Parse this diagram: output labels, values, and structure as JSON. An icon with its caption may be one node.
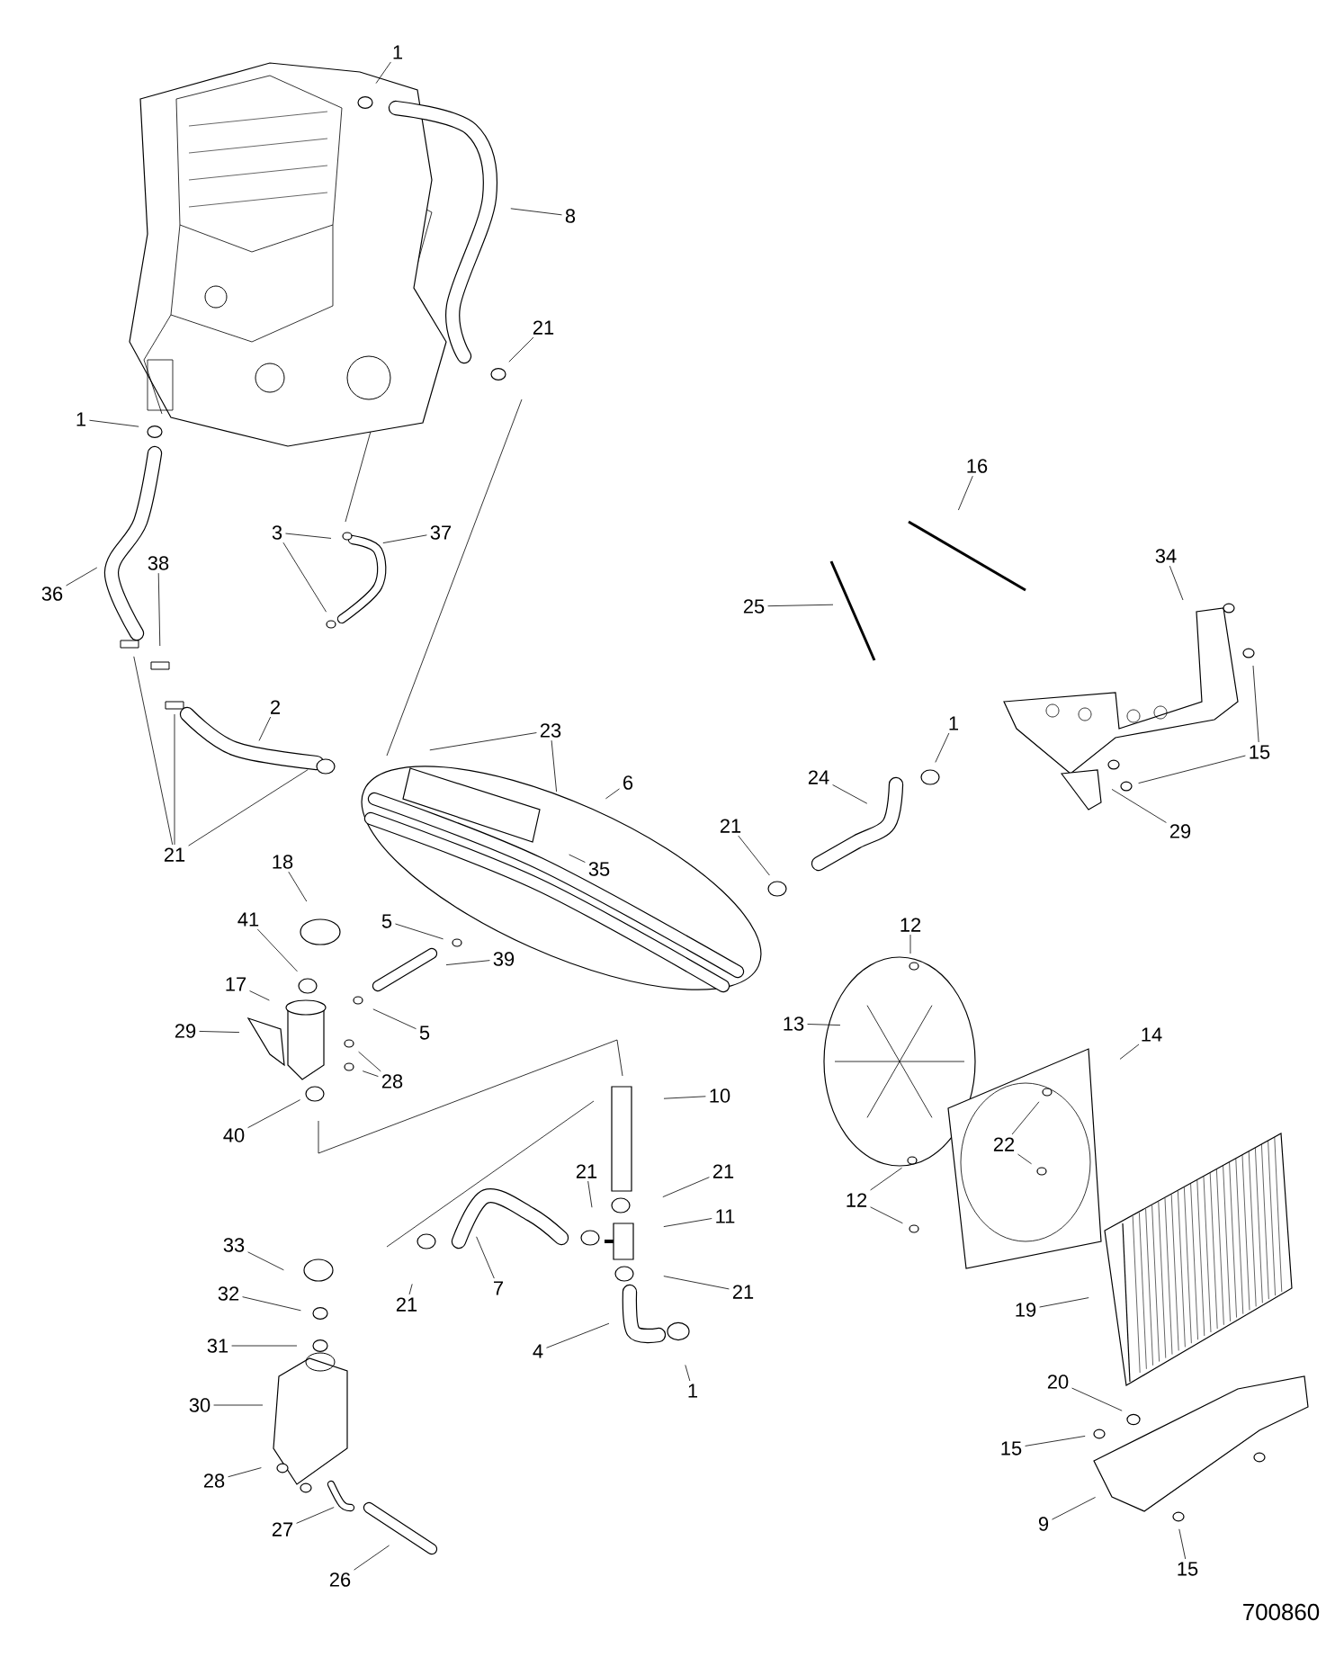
{
  "diagram": {
    "nodes": [
      {
        "text": [
          "1"
        ]
      },
      {
        "text": [
          "8"
        ]
      },
      {
        "text": [
          "21"
        ]
      },
      {
        "text": [
          "1"
        ]
      },
      {
        "text": [
          "3"
        ]
      },
      {
        "text": [
          "37"
        ]
      },
      {
        "text": [
          "38"
        ]
      },
      {
        "text": [
          "36"
        ]
      },
      {
        "text": [
          "2"
        ]
      },
      {
        "text": [
          "23"
        ]
      },
      {
        "text": [
          "6"
        ]
      },
      {
        "text": [
          "21"
        ]
      },
      {
        "text": [
          "35"
        ]
      },
      {
        "text": [
          "18"
        ]
      },
      {
        "text": [
          "41"
        ]
      },
      {
        "text": [
          "5"
        ]
      },
      {
        "text": [
          "39"
        ]
      },
      {
        "text": [
          "17"
        ]
      },
      {
        "text": [
          "29"
        ]
      },
      {
        "text": [
          "5"
        ]
      },
      {
        "text": [
          "28"
        ]
      },
      {
        "text": [
          "40"
        ]
      },
      {
        "text": [
          "33"
        ]
      },
      {
        "text": [
          "32"
        ]
      },
      {
        "text": [
          "31"
        ]
      },
      {
        "text": [
          "30"
        ]
      },
      {
        "text": [
          "28"
        ]
      },
      {
        "text": [
          "27"
        ]
      },
      {
        "text": [
          "26"
        ]
      },
      {
        "text": [
          "21"
        ]
      },
      {
        "text": [
          "7"
        ]
      },
      {
        "text": [
          "21"
        ]
      },
      {
        "text": [
          "4"
        ]
      },
      {
        "text": [
          "16"
        ]
      },
      {
        "text": [
          "25"
        ]
      },
      {
        "text": [
          "34"
        ]
      },
      {
        "text": [
          "15"
        ]
      },
      {
        "text": [
          "29"
        ]
      },
      {
        "text": [
          "24"
        ]
      },
      {
        "text": [
          "1"
        ]
      },
      {
        "text": [
          "21"
        ]
      },
      {
        "text": [
          "12"
        ]
      },
      {
        "text": [
          "13"
        ]
      },
      {
        "text": [
          "14"
        ]
      },
      {
        "text": [
          "10"
        ]
      },
      {
        "text": [
          "22"
        ]
      },
      {
        "text": [
          "21"
        ]
      },
      {
        "text": [
          "12"
        ]
      },
      {
        "text": [
          "11"
        ]
      },
      {
        "text": [
          "21"
        ]
      },
      {
        "text": [
          "1"
        ]
      },
      {
        "text": [
          "19"
        ]
      },
      {
        "text": [
          "20"
        ]
      },
      {
        "text": [
          "15"
        ]
      },
      {
        "text": [
          "9"
        ]
      },
      {
        "text": [
          "15"
        ]
      }
    ],
    "edges": [
      {
        "from": 0,
        "to": null,
        "arrow": "none"
      },
      {
        "from": 1,
        "to": null,
        "arrow": "none"
      },
      {
        "from": 2,
        "to": null,
        "arrow": "none"
      },
      {
        "from": 3,
        "to": null,
        "arrow": "none"
      },
      {
        "from": 4,
        "to": null,
        "arrow": "none"
      },
      {
        "from": 4,
        "to": null,
        "arrow": "none"
      },
      {
        "from": 5,
        "to": null,
        "arrow": "none"
      },
      {
        "from": 6,
        "to": null,
        "arrow": "none"
      },
      {
        "from": 7,
        "to": null,
        "arrow": "none"
      },
      {
        "from": 8,
        "to": null,
        "arrow": "none"
      },
      {
        "from": 9,
        "to": null,
        "arrow": "none"
      },
      {
        "from": 9,
        "to": null,
        "arrow": "none"
      },
      {
        "from": 10,
        "to": null,
        "arrow": "none"
      },
      {
        "from": 11,
        "to": null,
        "arrow": "none"
      },
      {
        "from": 11,
        "to": null,
        "arrow": "none"
      },
      {
        "from": 11,
        "to": null,
        "arrow": "none"
      },
      {
        "from": 12,
        "to": null,
        "arrow": "none"
      },
      {
        "from": 13,
        "to": null,
        "arrow": "none"
      },
      {
        "from": 14,
        "to": null,
        "arrow": "none"
      },
      {
        "from": 15,
        "to": null,
        "arrow": "none"
      },
      {
        "from": 16,
        "to": null,
        "arrow": "none"
      },
      {
        "from": 17,
        "to": null,
        "arrow": "none"
      },
      {
        "from": 18,
        "to": null,
        "arrow": "none"
      },
      {
        "from": 19,
        "to": null,
        "arrow": "none"
      },
      {
        "from": 20,
        "to": null,
        "arrow": "none"
      },
      {
        "from": 20,
        "to": null,
        "arrow": "none"
      },
      {
        "from": 21,
        "to": null,
        "arrow": "none"
      },
      {
        "from": 22,
        "to": null,
        "arrow": "none"
      },
      {
        "from": 23,
        "to": null,
        "arrow": "none"
      },
      {
        "from": 24,
        "to": null,
        "arrow": "none"
      },
      {
        "from": 25,
        "to": null,
        "arrow": "none"
      },
      {
        "from": 26,
        "to": null,
        "arrow": "none"
      },
      {
        "from": 27,
        "to": null,
        "arrow": "none"
      },
      {
        "from": 28,
        "to": null,
        "arrow": "none"
      },
      {
        "from": 29,
        "to": null,
        "arrow": "none"
      },
      {
        "from": 30,
        "to": null,
        "arrow": "none"
      },
      {
        "from": 31,
        "to": null,
        "arrow": "none"
      },
      {
        "from": 32,
        "to": null,
        "arrow": "none"
      },
      {
        "from": 33,
        "to": null,
        "arrow": "none"
      },
      {
        "from": 34,
        "to": null,
        "arrow": "none"
      },
      {
        "from": 35,
        "to": null,
        "arrow": "none"
      },
      {
        "from": 36,
        "to": null,
        "arrow": "none"
      },
      {
        "from": 36,
        "to": null,
        "arrow": "none"
      },
      {
        "from": 37,
        "to": null,
        "arrow": "none"
      },
      {
        "from": 38,
        "to": null,
        "arrow": "none"
      },
      {
        "from": 39,
        "to": null,
        "arrow": "none"
      },
      {
        "from": 40,
        "to": null,
        "arrow": "none"
      },
      {
        "from": 41,
        "to": null,
        "arrow": "none"
      },
      {
        "from": 42,
        "to": null,
        "arrow": "none"
      },
      {
        "from": 43,
        "to": null,
        "arrow": "none"
      },
      {
        "from": 44,
        "to": null,
        "arrow": "none"
      },
      {
        "from": 45,
        "to": null,
        "arrow": "none"
      },
      {
        "from": 45,
        "to": null,
        "arrow": "none"
      },
      {
        "from": 46,
        "to": null,
        "arrow": "none"
      },
      {
        "from": 47,
        "to": null,
        "arrow": "none"
      },
      {
        "from": 47,
        "to": null,
        "arrow": "none"
      },
      {
        "from": 48,
        "to": null,
        "arrow": "none"
      },
      {
        "from": 49,
        "to": null,
        "arrow": "none"
      },
      {
        "from": 50,
        "to": null,
        "arrow": "none"
      },
      {
        "from": 51,
        "to": null,
        "arrow": "none"
      },
      {
        "from": 52,
        "to": null,
        "arrow": "none"
      },
      {
        "from": 53,
        "to": null,
        "arrow": "none"
      },
      {
        "from": 54,
        "to": null,
        "arrow": "none"
      },
      {
        "from": 55,
        "to": null,
        "arrow": "none"
      }
    ],
    "labels": [
      "700860"
    ]
  }
}
